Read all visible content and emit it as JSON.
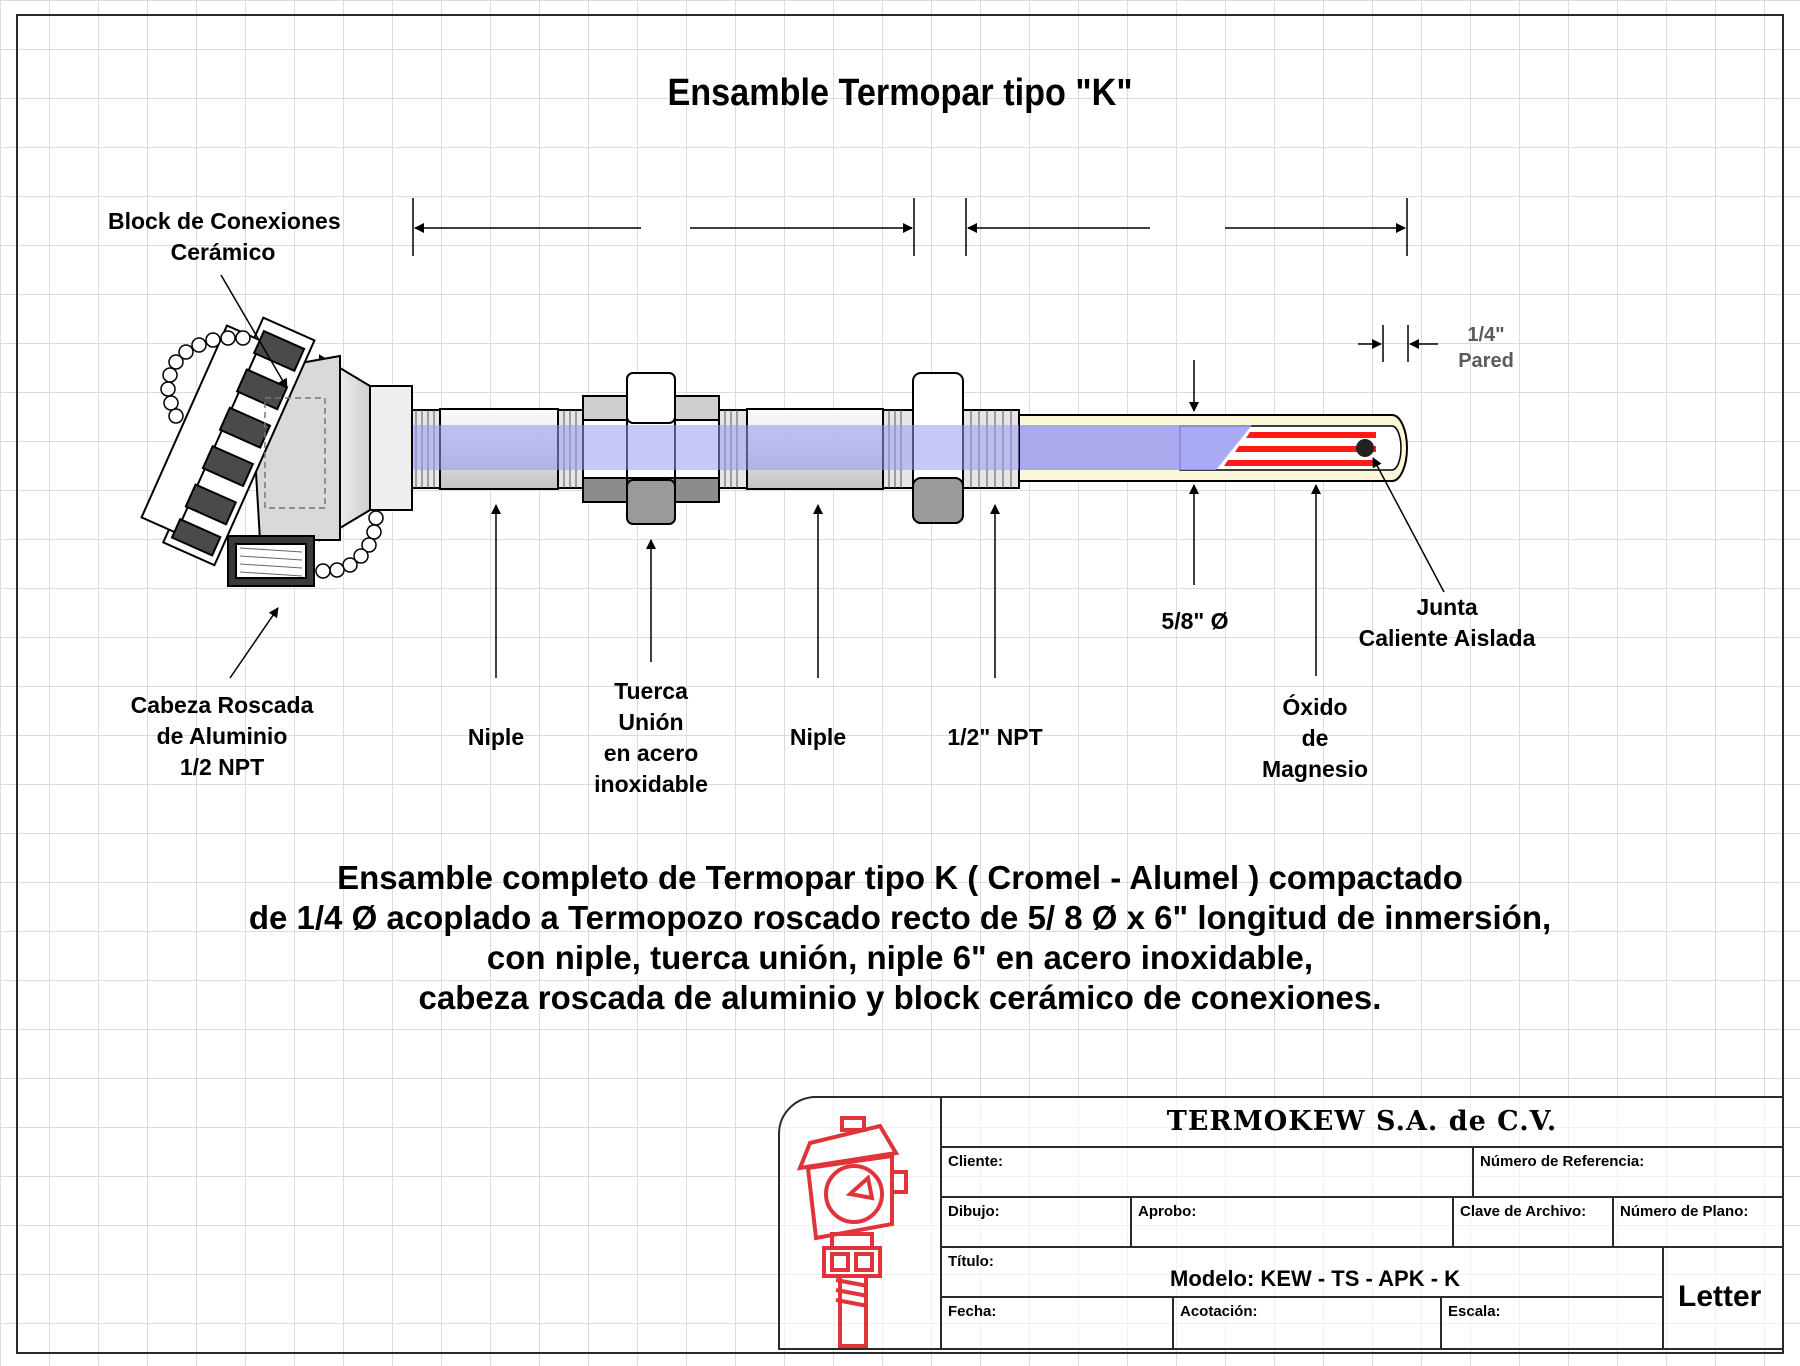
{
  "title": "Ensamble Termopar tipo \"K\"",
  "labels": {
    "block": [
      "Block de Conexiones",
      "Cerámico"
    ],
    "cabeza": [
      "Cabeza Roscada",
      "de Aluminio",
      "1/2  NPT"
    ],
    "niple1": "Niple",
    "tuerca": [
      "Tuerca",
      "Unión",
      "en acero",
      "inoxidable"
    ],
    "niple2": "Niple",
    "npt": "1/2\" NPT",
    "diam": "5/8\" Ø",
    "oxido": [
      "Óxido",
      "de",
      "Magnesio"
    ],
    "junta": [
      "Junta",
      "Caliente Aislada"
    ],
    "pared": [
      "1/4\"",
      "Pared"
    ]
  },
  "description": [
    "Ensamble completo de Termopar tipo K ( Cromel - Alumel ) compactado",
    "de 1/4 Ø  acoplado a Termopozo roscado recto de 5/ 8 Ø  x 6\"  longitud de inmersión,",
    "con niple, tuerca unión, niple 6\" en acero inoxidable,",
    "cabeza roscada de aluminio y block cerámico de conexiones."
  ],
  "title_block": {
    "company": "TERMOKEW  S.A. de C.V.",
    "cliente": "Cliente:",
    "num_referencia": "Número de Referencia:",
    "dibujo": "Dibujo:",
    "aprobo": "Aprobo:",
    "clave_archivo": "Clave de Archivo:",
    "num_plano": "Número de Plano:",
    "titulo": "Título:",
    "modelo": "Modelo: KEW - TS - APK - K",
    "fecha": "Fecha:",
    "acotacion": "Acotación:",
    "escala": "Escala:",
    "size": "Letter"
  },
  "colors": {
    "thermocouple": "#9b9bf2",
    "sheath": "#fbf7d8",
    "wire": "#ff1a1a",
    "logo": "#e0333a"
  }
}
